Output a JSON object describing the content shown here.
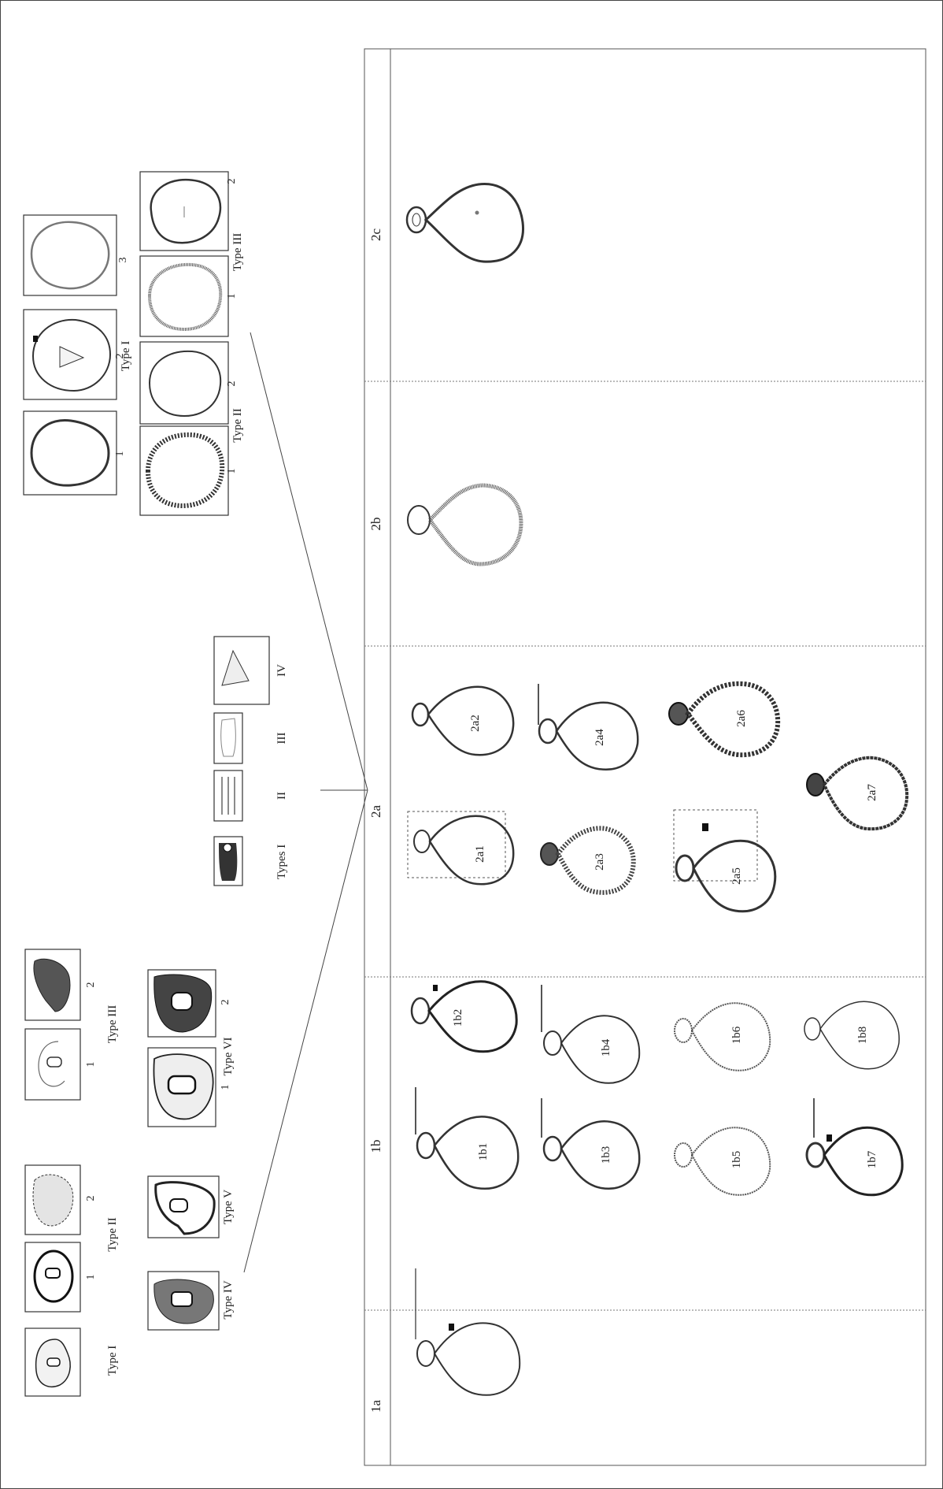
{
  "panel": {
    "column_labels": [
      "1a",
      "1b",
      "2a",
      "2b",
      "2c"
    ]
  },
  "specimens": {
    "1a": [],
    "1b": [
      "1b1",
      "1b2",
      "1b3",
      "1b4",
      "1b5",
      "1b6",
      "1b7",
      "1b8"
    ],
    "2a": [
      "2a1",
      "2a2",
      "2a3",
      "2a4",
      "2a5",
      "2a6",
      "2a7"
    ],
    "2b": [],
    "2c": []
  },
  "loop_types": {
    "type_i": "Type I",
    "type_ii": "Type II",
    "type_iii": "Type III",
    "type_iv": "Type IV",
    "type_v": "Type V",
    "type_vi": "Type VI",
    "num_1": "1",
    "num_2": "2"
  },
  "tread_types": {
    "types_i": "Types I",
    "ii": "II",
    "iii": "III",
    "iv": "IV"
  },
  "frame_types": {
    "type_i": "Type I",
    "type_ii": "Type II",
    "type_iii": "Type III",
    "num_1": "1",
    "num_2": "2",
    "num_3": "3"
  }
}
